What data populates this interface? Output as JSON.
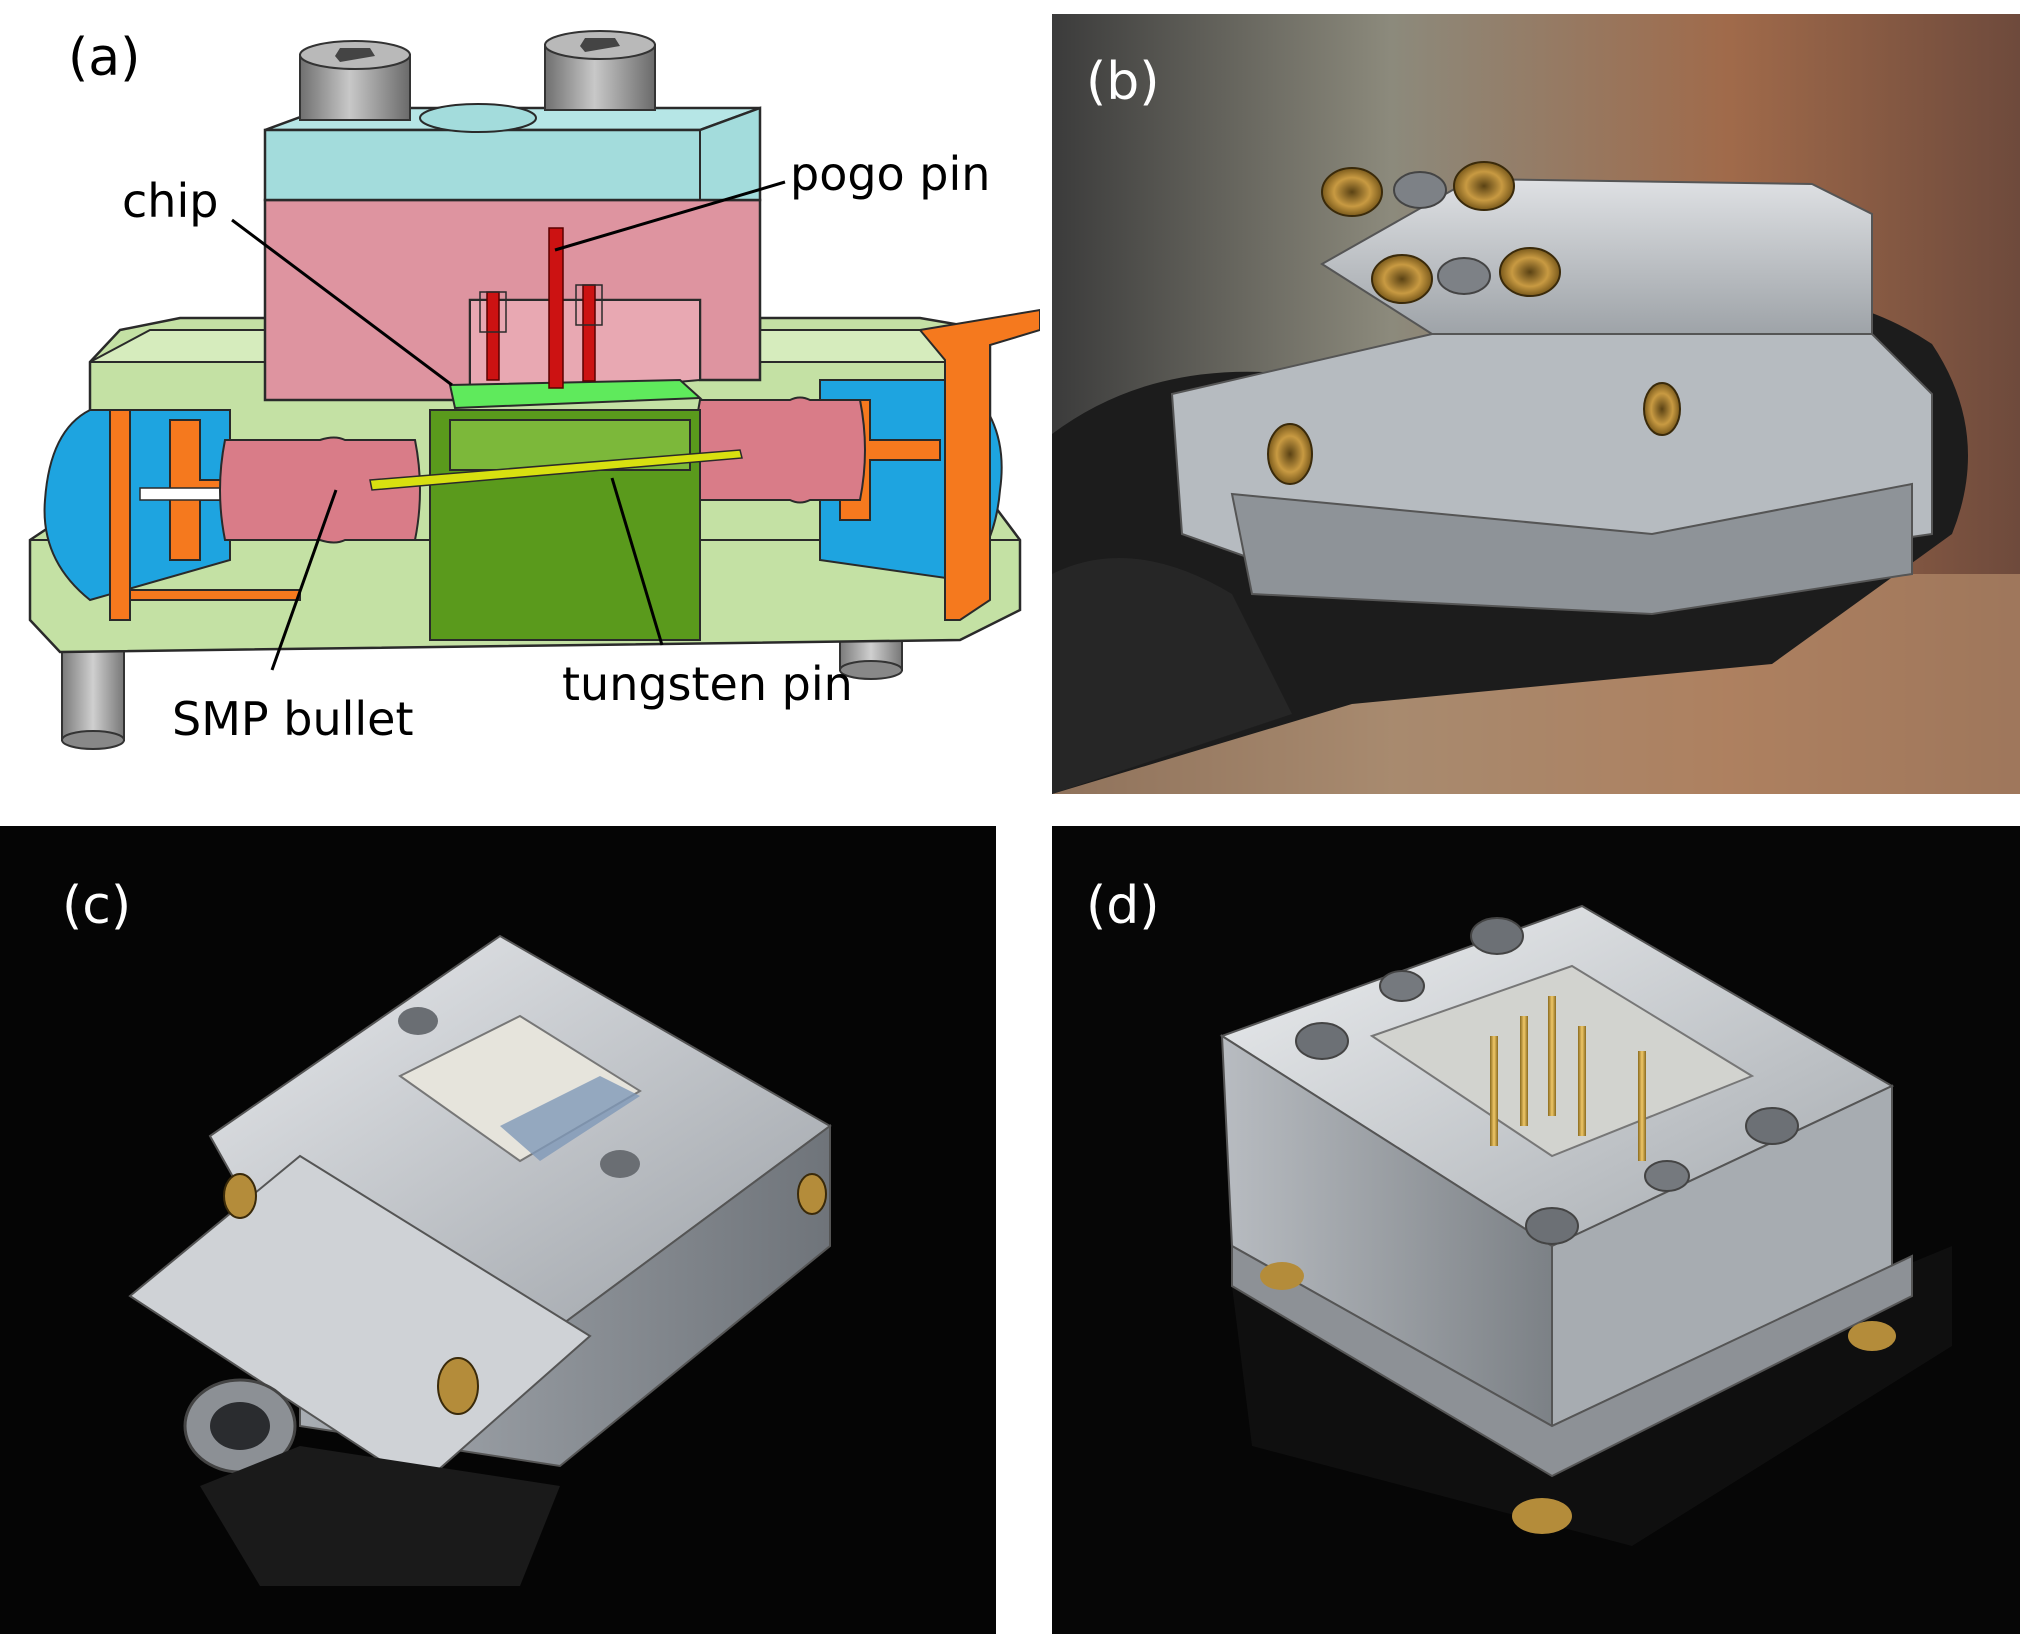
{
  "panels": {
    "a": {
      "label": "(a)",
      "callouts": {
        "chip": "chip",
        "pogo_pin": "pogo pin",
        "smp_bullet": "SMP bullet",
        "tungsten_pin": "tungsten pin"
      }
    },
    "b": {
      "label": "(b)"
    },
    "c": {
      "label": "(c)"
    },
    "d": {
      "label": "(d)"
    }
  },
  "colors": {
    "lid": "#a3dcdc",
    "pink_body": "#de94a0",
    "green_base": "#c4e1a4",
    "dark_green_insert": "#5a9a1c",
    "chip": "#5fea5c",
    "pin_red": "#cc1212",
    "connector_blue": "#1ea4e0",
    "connector_orange": "#f5791e",
    "bullet_pink": "#d97c88",
    "tungsten_yellow": "#d8e010",
    "screw_gray": "#9a9a9a"
  }
}
